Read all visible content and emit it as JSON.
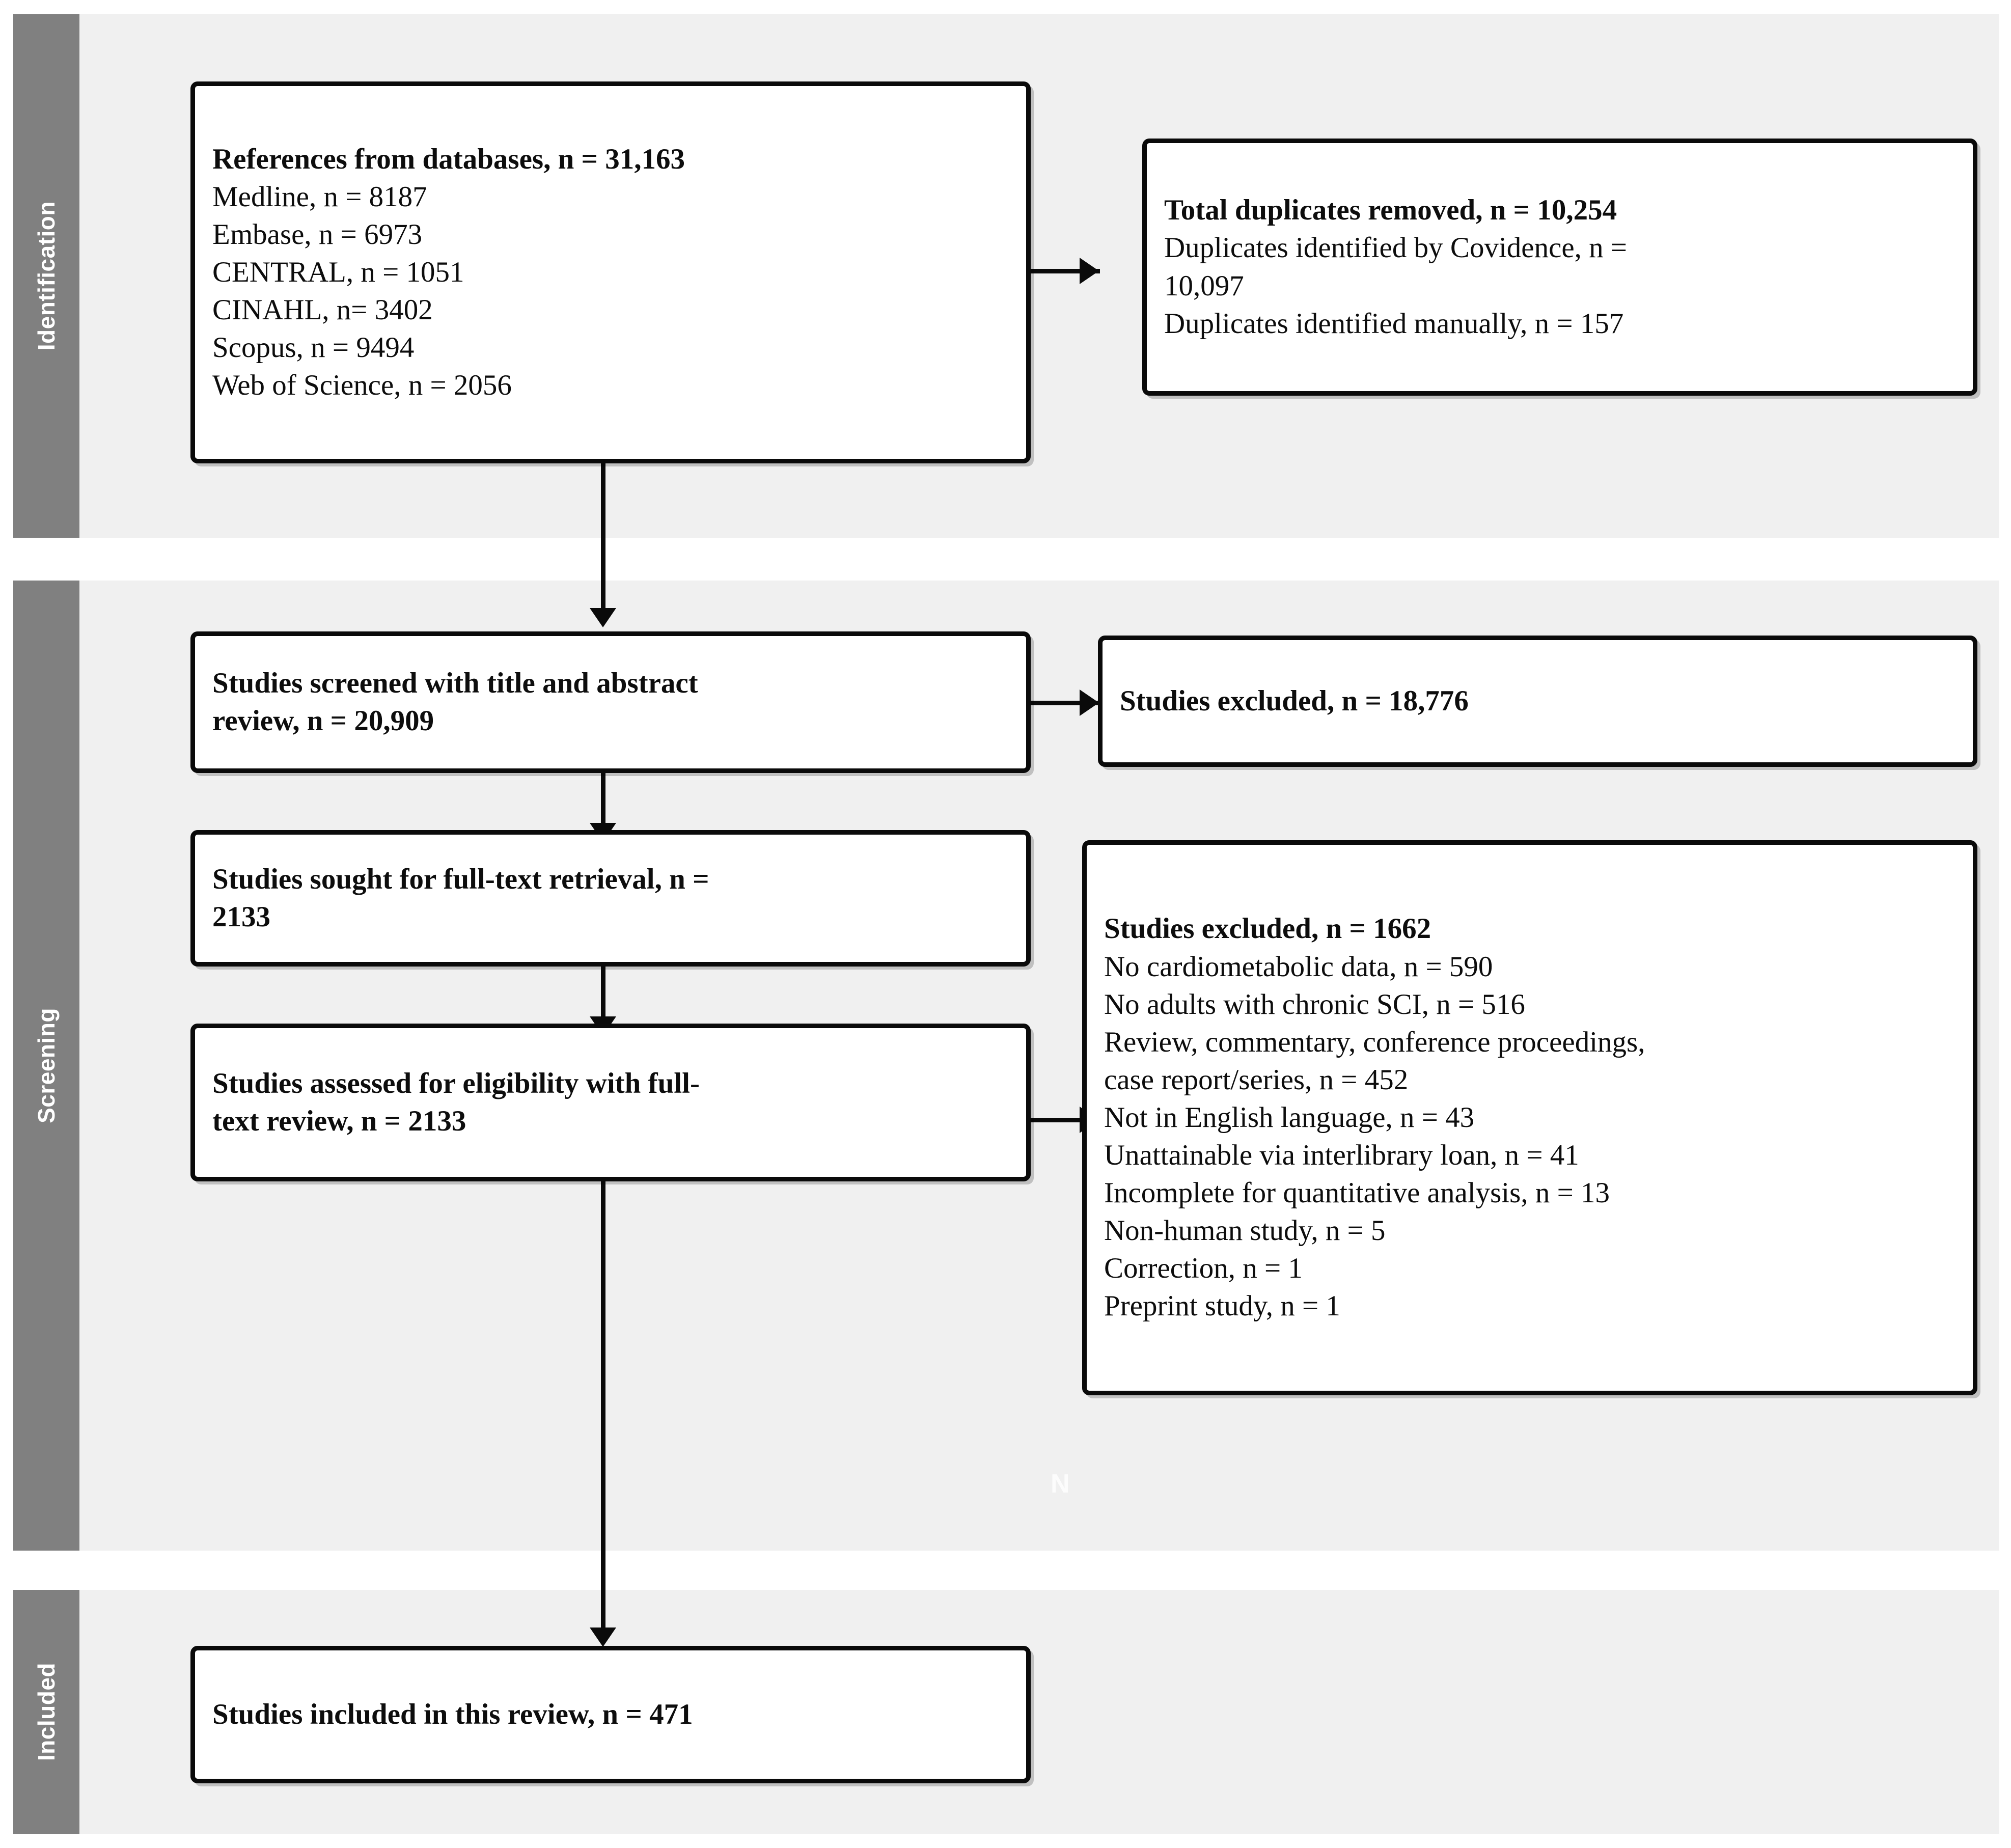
{
  "diagram": {
    "type": "prisma-flow-diagram",
    "watermark": "N",
    "colors": {
      "stage_tab_background": "#808080",
      "stage_tab_text": "#ffffff",
      "panel_background": "#f0f0f0",
      "box_background": "#ffffff",
      "box_border": "#0a0a0a",
      "connector": "#0a0a0a"
    }
  },
  "stages": [
    {
      "id": "identification",
      "label": "Identification"
    },
    {
      "id": "screening",
      "label": "Screening"
    },
    {
      "id": "included",
      "label": "Included"
    }
  ],
  "boxes": {
    "records_identified": {
      "lines": [
        {
          "text": "References from databases, n = 31,163",
          "bold": true
        },
        {
          "text": "Medline, n = 8187",
          "bold": false
        },
        {
          "text": "Embase, n = 6973",
          "bold": false
        },
        {
          "text": "CENTRAL, n = 1051",
          "bold": false
        },
        {
          "text": "CINAHL, n= 3402",
          "bold": false
        },
        {
          "text": "Scopus, n = 9494",
          "bold": false
        },
        {
          "text": "Web of Science, n = 2056",
          "bold": false
        }
      ]
    },
    "duplicates_removed": {
      "lines": [
        {
          "text": "Total duplicates removed, n = 10,254",
          "bold": true
        },
        {
          "text": "Duplicates identified by Covidence, n =",
          "bold": false
        },
        {
          "text": "10,097",
          "bold": false
        },
        {
          "text": "Duplicates identified manually, n = 157",
          "bold": false
        }
      ]
    },
    "screened_title_abstract": {
      "lines": [
        {
          "text": "Studies screened with title and abstract",
          "bold": true
        },
        {
          "text": "review, n = 20,909",
          "bold": true
        }
      ]
    },
    "excluded_title_abstract": {
      "lines": [
        {
          "text": "Studies excluded, n = 18,776",
          "bold": true
        }
      ]
    },
    "sought_full_text": {
      "lines": [
        {
          "text": "Studies sought for full-text retrieval, n =",
          "bold": true
        },
        {
          "text": "2133",
          "bold": true
        }
      ]
    },
    "assessed_eligibility": {
      "lines": [
        {
          "text": "Studies assessed for eligibility with full-",
          "bold": true
        },
        {
          "text": "text review, n = 2133",
          "bold": true
        }
      ]
    },
    "excluded_full_text": {
      "lines": [
        {
          "text": "Studies excluded, n = 1662",
          "bold": true
        },
        {
          "text": "No cardiometabolic data, n = 590",
          "bold": false
        },
        {
          "text": "No adults with chronic SCI, n = 516",
          "bold": false
        },
        {
          "text": "Review, commentary, conference proceedings,",
          "bold": false
        },
        {
          "text": "case report/series, n = 452",
          "bold": false
        },
        {
          "text": "Not in English language, n = 43",
          "bold": false
        },
        {
          "text": "Unattainable via interlibrary loan, n = 41",
          "bold": false
        },
        {
          "text": "Incomplete for quantitative analysis, n = 13",
          "bold": false
        },
        {
          "text": "Non-human study, n = 5",
          "bold": false
        },
        {
          "text": "Correction, n = 1",
          "bold": false
        },
        {
          "text": "Preprint study, n = 1",
          "bold": false
        }
      ]
    },
    "included_in_review": {
      "lines": [
        {
          "text": "Studies included in this review, n = 471",
          "bold": true
        }
      ]
    }
  },
  "chart_data": {
    "type": "table",
    "title": "PRISMA study selection flow",
    "nodes": [
      {
        "stage": "Identification",
        "label": "References from databases",
        "n": 31163
      },
      {
        "stage": "Identification",
        "label": "Medline",
        "n": 8187
      },
      {
        "stage": "Identification",
        "label": "Embase",
        "n": 6973
      },
      {
        "stage": "Identification",
        "label": "CENTRAL",
        "n": 1051
      },
      {
        "stage": "Identification",
        "label": "CINAHL",
        "n": 3402
      },
      {
        "stage": "Identification",
        "label": "Scopus",
        "n": 9494
      },
      {
        "stage": "Identification",
        "label": "Web of Science",
        "n": 2056
      },
      {
        "stage": "Identification",
        "label": "Total duplicates removed",
        "n": 10254
      },
      {
        "stage": "Identification",
        "label": "Duplicates identified by Covidence",
        "n": 10097
      },
      {
        "stage": "Identification",
        "label": "Duplicates identified manually",
        "n": 157
      },
      {
        "stage": "Screening",
        "label": "Studies screened with title and abstract review",
        "n": 20909
      },
      {
        "stage": "Screening",
        "label": "Studies excluded (title/abstract)",
        "n": 18776
      },
      {
        "stage": "Screening",
        "label": "Studies sought for full-text retrieval",
        "n": 2133
      },
      {
        "stage": "Screening",
        "label": "Studies assessed for eligibility with full-text review",
        "n": 2133
      },
      {
        "stage": "Screening",
        "label": "Studies excluded (full text)",
        "n": 1662
      },
      {
        "stage": "Screening",
        "label": "No cardiometabolic data",
        "n": 590
      },
      {
        "stage": "Screening",
        "label": "No adults with chronic SCI",
        "n": 516
      },
      {
        "stage": "Screening",
        "label": "Review, commentary, conference proceedings, case report/series",
        "n": 452
      },
      {
        "stage": "Screening",
        "label": "Not in English language",
        "n": 43
      },
      {
        "stage": "Screening",
        "label": "Unattainable via interlibrary loan",
        "n": 41
      },
      {
        "stage": "Screening",
        "label": "Incomplete for quantitative analysis",
        "n": 13
      },
      {
        "stage": "Screening",
        "label": "Non-human study",
        "n": 5
      },
      {
        "stage": "Screening",
        "label": "Correction",
        "n": 1
      },
      {
        "stage": "Screening",
        "label": "Preprint study",
        "n": 1
      },
      {
        "stage": "Included",
        "label": "Studies included in this review",
        "n": 471
      }
    ]
  }
}
